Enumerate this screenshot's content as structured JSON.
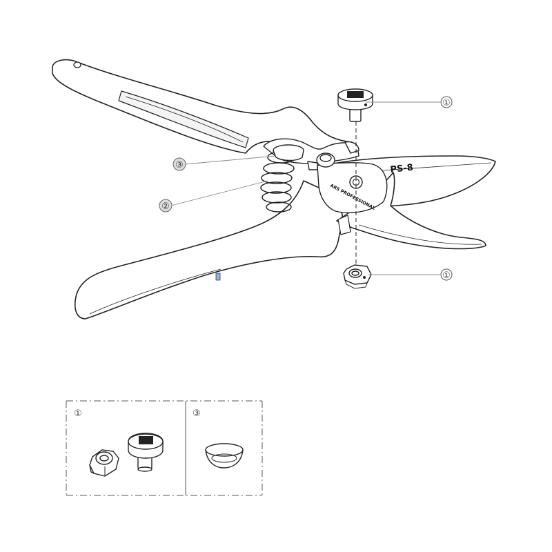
{
  "callouts": [
    {
      "id": "bolt",
      "label": "①"
    },
    {
      "id": "spring",
      "label": "②"
    },
    {
      "id": "spring-cap",
      "label": "③"
    },
    {
      "id": "nut",
      "label": "①"
    }
  ],
  "blade_text": {
    "model": "PS-8",
    "maker": "ARS PROFESSIONAL"
  },
  "inset": {
    "panels": [
      {
        "id": "panel-1",
        "label": "①"
      },
      {
        "id": "panel-3",
        "label": "③"
      }
    ]
  },
  "colors": {
    "line": "#222222",
    "callout_line": "#8a8a8a",
    "marker_fill": "#dcdcdc",
    "accent_blue": "#8fb4d9"
  }
}
